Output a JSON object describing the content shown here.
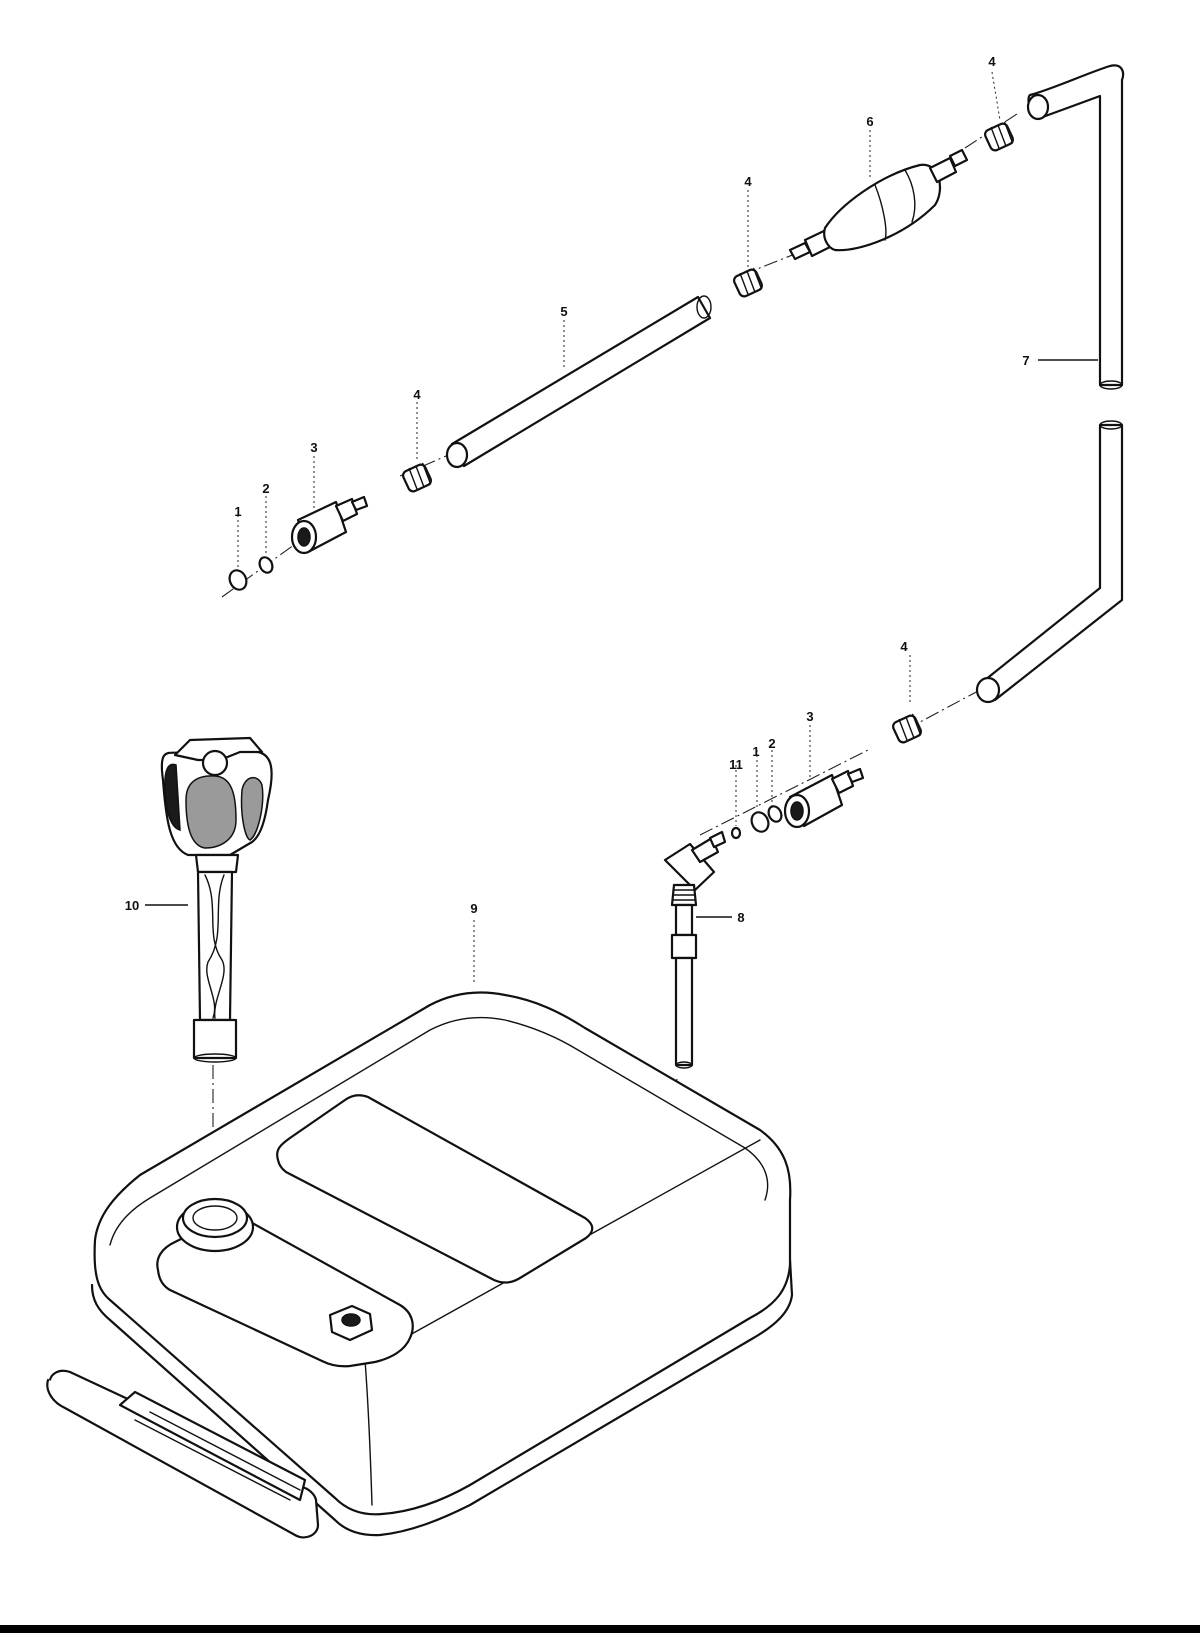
{
  "callouts": {
    "c1_top": "1",
    "c2_top": "2",
    "c3_top": "3",
    "c4_a": "4",
    "c5": "5",
    "c4_b": "4",
    "c6": "6",
    "c4_c": "4",
    "c7": "7",
    "c4_d": "4",
    "c3_low": "3",
    "c2_low": "2",
    "c1_low": "1",
    "c11": "11",
    "c8": "8",
    "c9": "9",
    "c10": "10"
  }
}
